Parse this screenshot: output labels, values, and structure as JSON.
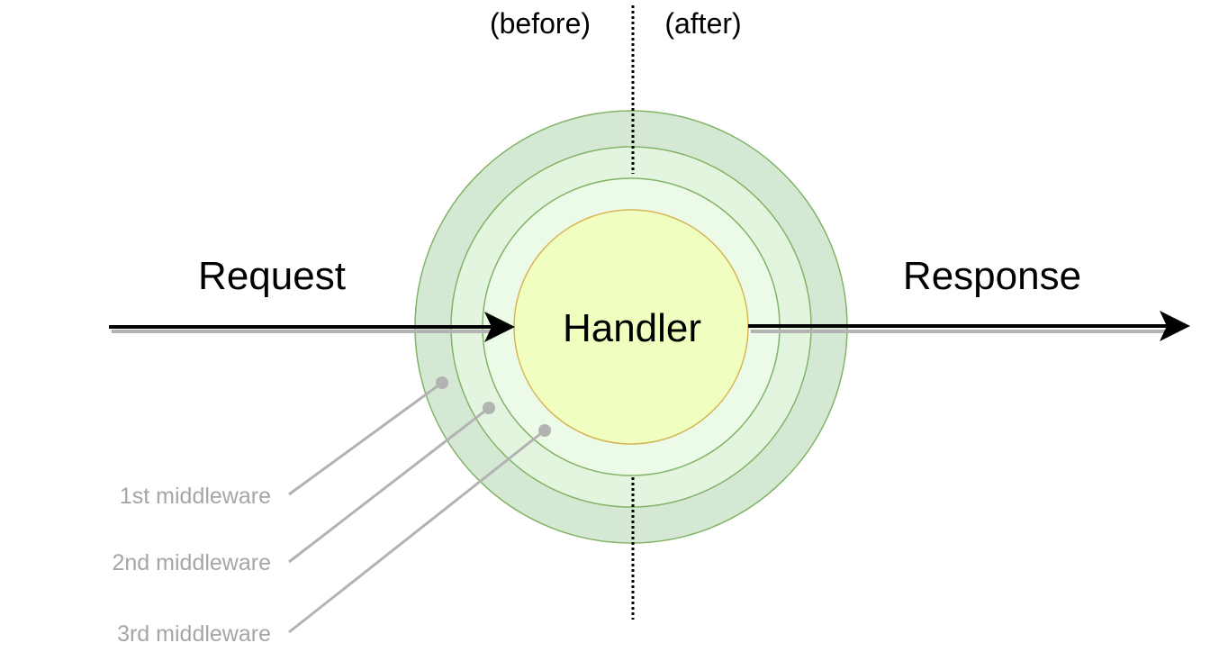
{
  "labels": {
    "before": "(before)",
    "after": "(after)",
    "request": "Request",
    "response": "Response",
    "handler": "Handler"
  },
  "middlewares": [
    {
      "label": "1st middleware"
    },
    {
      "label": "2nd middleware"
    },
    {
      "label": "3rd middleware"
    }
  ],
  "colors": {
    "outer_ring": "#d5e8d4",
    "middle_ring": "#e3f4df",
    "inner_ring": "#ecfbe8",
    "ring_stroke": "#82b366",
    "handler_fill": "#f0ffc0",
    "handler_stroke": "#d6b656",
    "arrow": "#000000",
    "arrow_shadow": "#b3b3b3",
    "leader": "#b3b3b3"
  }
}
